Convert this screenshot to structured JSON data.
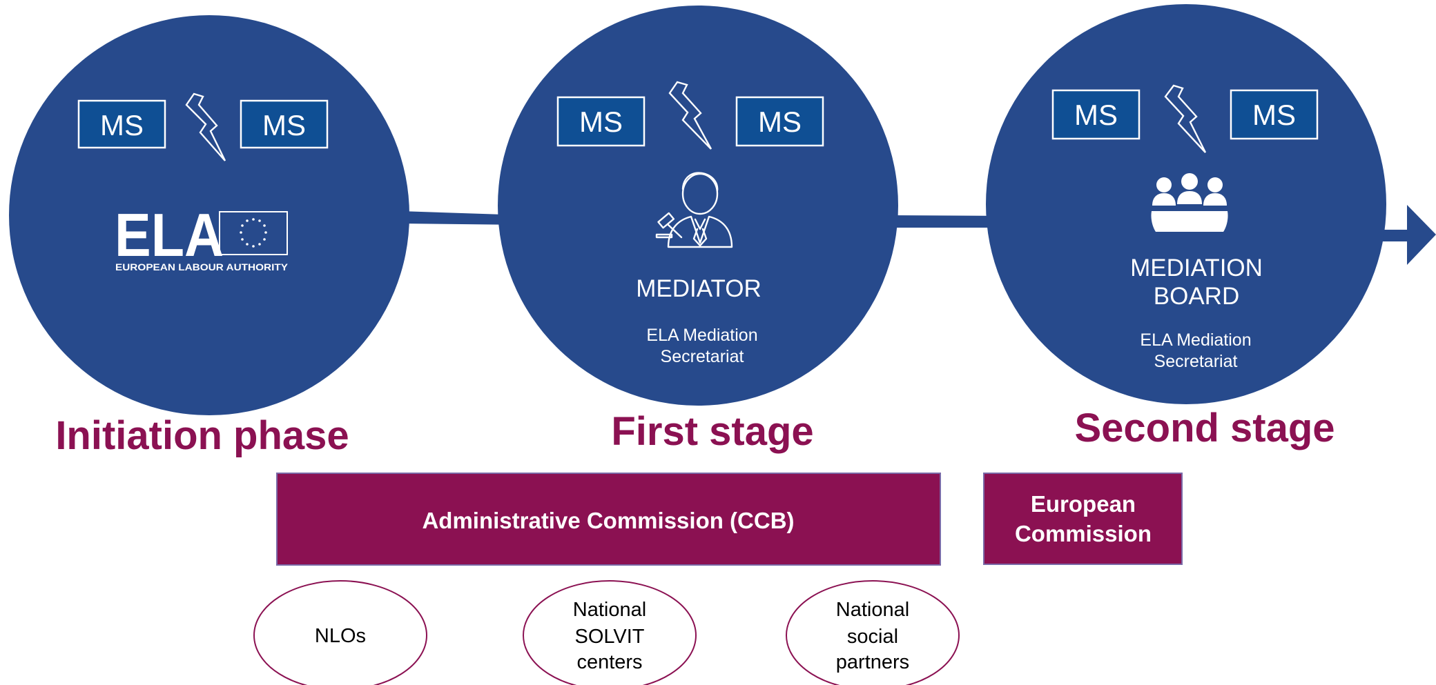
{
  "colors": {
    "circle": "#274a8c",
    "ms_box": "#0f4f94",
    "magenta": "#8b1152",
    "oval_stroke": "#8b1152",
    "white": "#ffffff"
  },
  "initiation": {
    "ms_left": "MS",
    "ms_right": "MS",
    "logo_wordmark": "ELA",
    "logo_caption": "EUROPEAN LABOUR AUTHORITY",
    "phase": "Initiation phase"
  },
  "first": {
    "ms_left": "MS",
    "ms_right": "MS",
    "icon": "mediator-icon",
    "role": "MEDIATOR",
    "secretariat_line1": "ELA Mediation",
    "secretariat_line2": "Secretariat",
    "phase": "First stage"
  },
  "second": {
    "ms_left": "MS",
    "ms_right": "MS",
    "icon": "board-group-icon",
    "role_line1": "MEDIATION",
    "role_line2": "BOARD",
    "secretariat_line1": "ELA Mediation",
    "secretariat_line2": "Secretariat",
    "phase": "Second stage"
  },
  "boxes": {
    "admin_commission": "Administrative Commission (CCB)",
    "european_commission_line1": "European",
    "european_commission_line2": "Commission"
  },
  "ovals": {
    "nlos": "NLOs",
    "solvit_line1": "National",
    "solvit_line2": "SOLVIT",
    "solvit_line3": "centers",
    "social_line1": "National",
    "social_line2": "social",
    "social_line3": "partners"
  }
}
